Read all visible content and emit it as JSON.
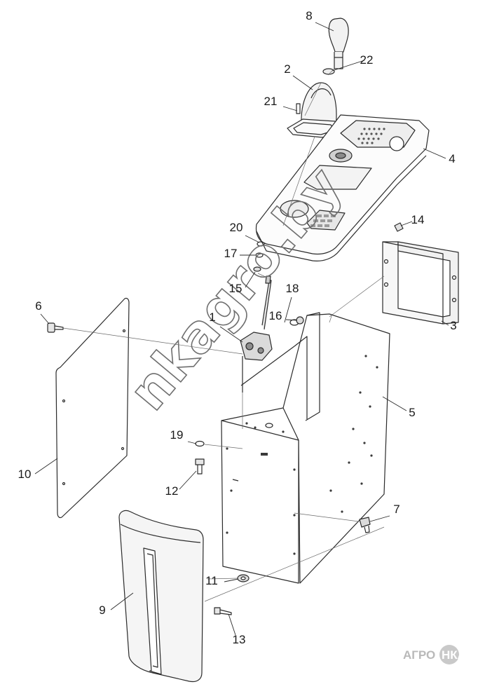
{
  "callouts": [
    {
      "label": "8"
    },
    {
      "label": "22"
    },
    {
      "label": "2"
    },
    {
      "label": "21"
    },
    {
      "label": "4"
    },
    {
      "label": "14"
    },
    {
      "label": "20"
    },
    {
      "label": "17"
    },
    {
      "label": "15"
    },
    {
      "label": "18"
    },
    {
      "label": "3"
    },
    {
      "label": "6"
    },
    {
      "label": "1"
    },
    {
      "label": "16"
    },
    {
      "label": "5"
    },
    {
      "label": "19"
    },
    {
      "label": "10"
    },
    {
      "label": "12"
    },
    {
      "label": "7"
    },
    {
      "label": "11"
    },
    {
      "label": "9"
    },
    {
      "label": "13"
    }
  ],
  "watermark": {
    "text": "nkagro.by"
  },
  "logo": {
    "left": "АГРО",
    "right": "НКА"
  },
  "colors": {
    "line": "#2b2b2b",
    "fill": "#ffffff",
    "shade": "#d8d8d8",
    "watermark": "#6f6f6f",
    "logo": "#b9b9b9"
  }
}
